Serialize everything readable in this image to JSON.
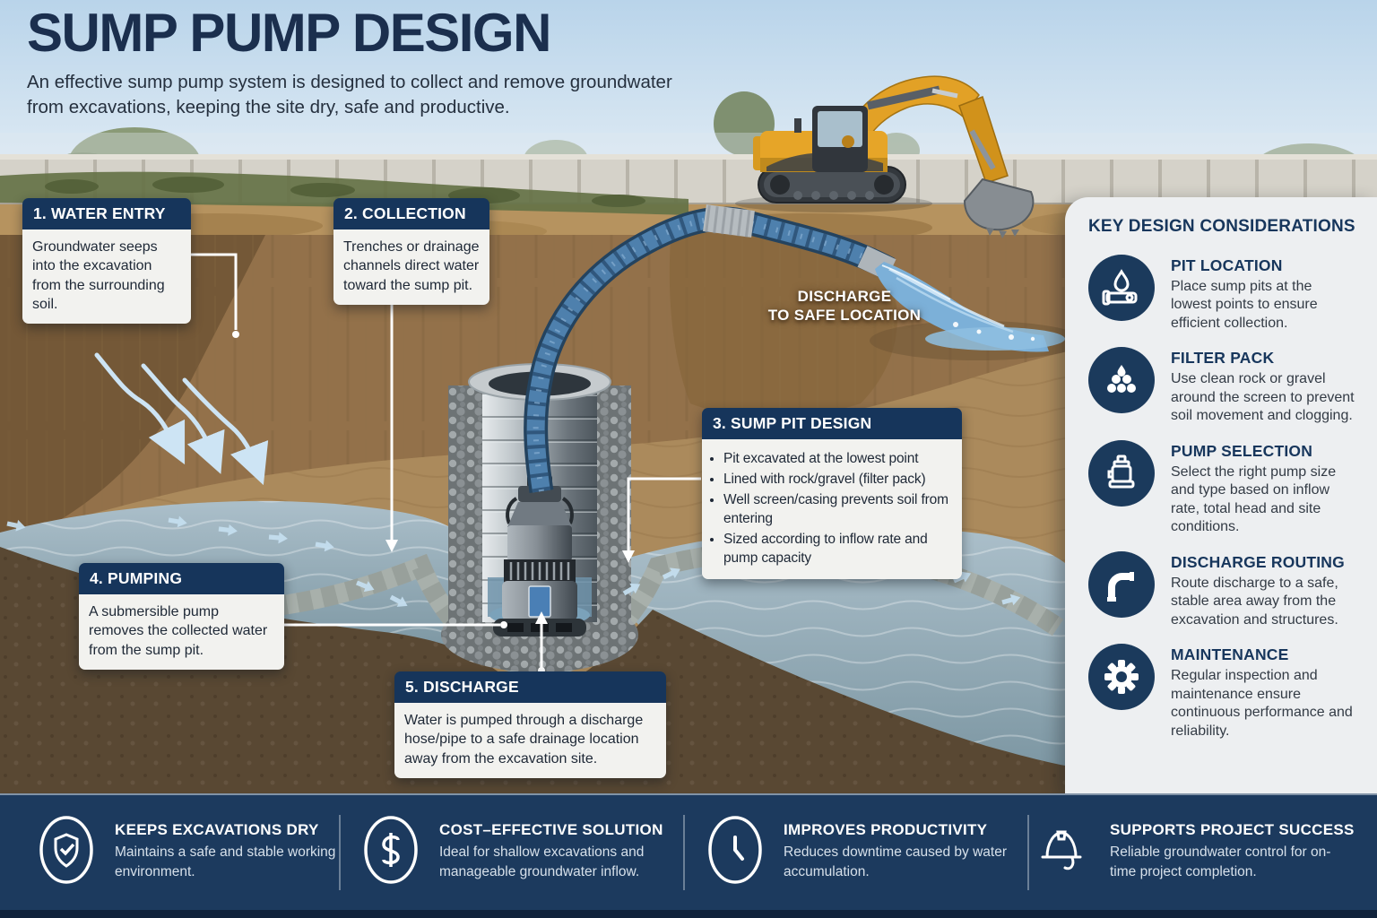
{
  "title": "SUMP PUMP DESIGN",
  "subtitle": "An effective sump pump system is designed to collect and remove groundwater from excavations, keeping the site dry, safe and productive.",
  "colors": {
    "navy": "#16355b",
    "panel_bg": "#edeff1",
    "footer_bg": "#1c3a5e",
    "box_bg": "#f2f2ef",
    "hose_blue": "#4e80ad",
    "water_blue": "#7cb0d8",
    "excavator_yellow": "#e6a528",
    "white": "#ffffff"
  },
  "callouts": [
    {
      "title": "1. WATER ENTRY",
      "body": "Groundwater seeps into the excavation from the surrounding soil."
    },
    {
      "title": "2. COLLECTION",
      "body": "Trenches or drainage channels direct water toward the sump pit."
    },
    {
      "title": "3. SUMP PIT DESIGN",
      "bullets": [
        "Pit excavated at the lowest point",
        "Lined with rock/gravel (filter pack)",
        "Well screen/casing prevents soil from entering",
        "Sized according to inflow rate and pump capacity"
      ]
    },
    {
      "title": "4. PUMPING",
      "body": "A submersible pump removes the collected water from the sump pit."
    },
    {
      "title": "5. DISCHARGE",
      "body": "Water is pumped through a discharge hose/pipe to a safe drainage location away from the excavation site."
    }
  ],
  "scene_label": {
    "line1": "DISCHARGE",
    "line2": "TO SAFE LOCATION"
  },
  "sidebar": {
    "title": "KEY DESIGN CONSIDERATIONS",
    "items": [
      {
        "icon": "droplet-pipe-icon",
        "title": "PIT LOCATION",
        "body": "Place sump pits at the lowest points to ensure efficient collection."
      },
      {
        "icon": "gravel-icon",
        "title": "FILTER PACK",
        "body": "Use clean rock or gravel around the screen to prevent soil movement and clogging."
      },
      {
        "icon": "pump-icon",
        "title": "PUMP SELECTION",
        "body": "Select the right pump size and type based on inflow rate, total head and site conditions."
      },
      {
        "icon": "elbow-pipe-icon",
        "title": "DISCHARGE ROUTING",
        "body": "Route discharge to a safe, stable area away from the excavation and structures."
      },
      {
        "icon": "gear-icon",
        "title": "MAINTENANCE",
        "body": "Regular inspection and maintenance ensure continuous performance and reliability."
      }
    ]
  },
  "footer": {
    "items": [
      {
        "icon": "shield-check-icon",
        "title": "KEEPS EXCAVATIONS DRY",
        "body": "Maintains a safe and stable working environment."
      },
      {
        "icon": "dollar-icon",
        "title": "COST–EFFECTIVE SOLUTION",
        "body": "Ideal for shallow excavations and manageable groundwater inflow."
      },
      {
        "icon": "clock-icon",
        "title": "IMPROVES PRODUCTIVITY",
        "body": "Reduces downtime caused by water accumulation."
      },
      {
        "icon": "hardhat-icon",
        "title": "SUPPORTS PROJECT SUCCESS",
        "body": "Reliable groundwater control for on-time project completion."
      }
    ]
  }
}
